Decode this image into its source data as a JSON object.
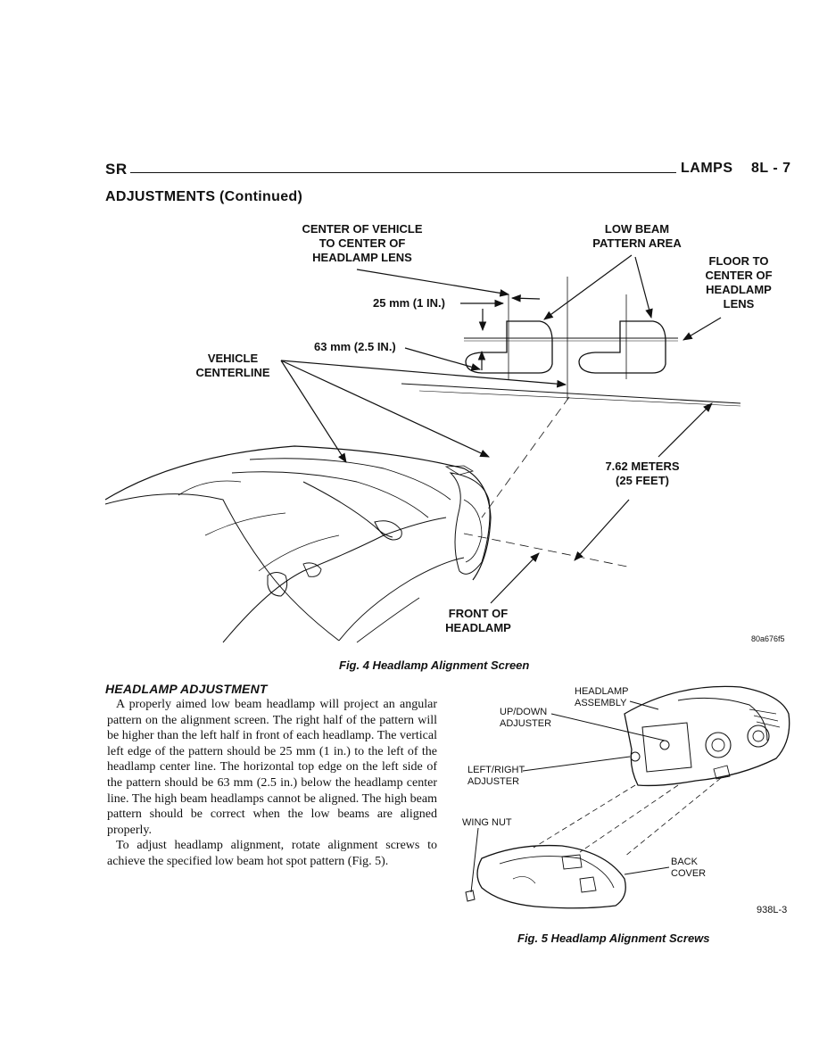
{
  "header": {
    "left": "SR",
    "section": "LAMPS",
    "page": "8L - 7"
  },
  "section_title": "ADJUSTMENTS (Continued)",
  "figure4": {
    "labels": {
      "center_vehicle": [
        "CENTER OF VEHICLE",
        "TO CENTER OF",
        "HEADLAMP LENS"
      ],
      "low_beam": [
        "LOW BEAM",
        "PATTERN AREA"
      ],
      "floor_to_center": [
        "FLOOR TO",
        "CENTER OF",
        "HEADLAMP",
        "LENS"
      ],
      "dim_25": "25 mm (1 IN.)",
      "dim_63": "63 mm (2.5 IN.)",
      "vehicle_centerline": [
        "VEHICLE",
        "CENTERLINE"
      ],
      "distance": [
        "7.62 METERS",
        "(25 FEET)"
      ],
      "front_of_headlamp": [
        "FRONT OF",
        "HEADLAMP"
      ]
    },
    "code": "80a676f5",
    "caption": "Fig. 4 Headlamp Alignment Screen"
  },
  "subsection": {
    "title": "HEADLAMP ADJUSTMENT",
    "paragraphs": [
      "A properly aimed low beam headlamp will project an angular pattern on the alignment screen. The right half of the pattern will be higher than the left half in front of each headlamp. The vertical left edge of the pattern should be 25 mm (1 in.) to the left of the headlamp center line. The horizontal top edge on the left side of the pattern should be 63 mm (2.5 in.) below the headlamp center line. The high beam headlamps cannot be aligned. The high beam pattern should be correct when the low beams are aligned properly.",
      "To adjust headlamp alignment, rotate alignment screws to achieve the specified low beam hot spot pattern (Fig. 5)."
    ]
  },
  "figure5": {
    "labels": {
      "headlamp_assembly": [
        "HEADLAMP",
        "ASSEMBLY"
      ],
      "updown": [
        "UP/DOWN",
        "ADJUSTER"
      ],
      "leftright": [
        "LEFT/RIGHT",
        "ADJUSTER"
      ],
      "wing_nut": "WING NUT",
      "back_cover": [
        "BACK",
        "COVER"
      ]
    },
    "code": "938L-3",
    "caption": "Fig. 5 Headlamp Alignment Screws"
  }
}
